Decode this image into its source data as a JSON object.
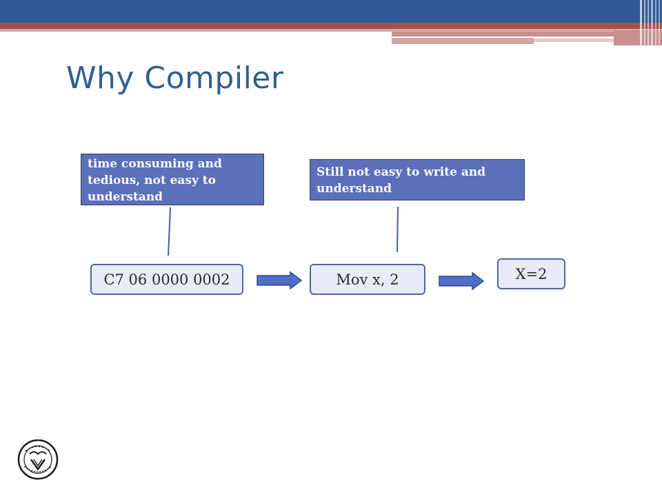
{
  "slide": {
    "title": "Why Compiler"
  },
  "callouts": [
    {
      "text": "time consuming and tedious, not easy to understand"
    },
    {
      "text": "Still not easy to write and understand"
    }
  ],
  "stages": [
    {
      "label": "C7 06 0000 0002"
    },
    {
      "label": "Mov x, 2"
    },
    {
      "label": "X=2"
    }
  ],
  "colors": {
    "title": "#2E5F94",
    "header_blue": "#2F5A96",
    "header_red": "#A4504F",
    "callout_fill": "#5B70B8",
    "stage_fill": "#E9ECF6",
    "stage_border": "#4D66A8",
    "arrow_fill": "#4D6FC4"
  },
  "logo": {
    "icon": "university-seal-icon"
  }
}
